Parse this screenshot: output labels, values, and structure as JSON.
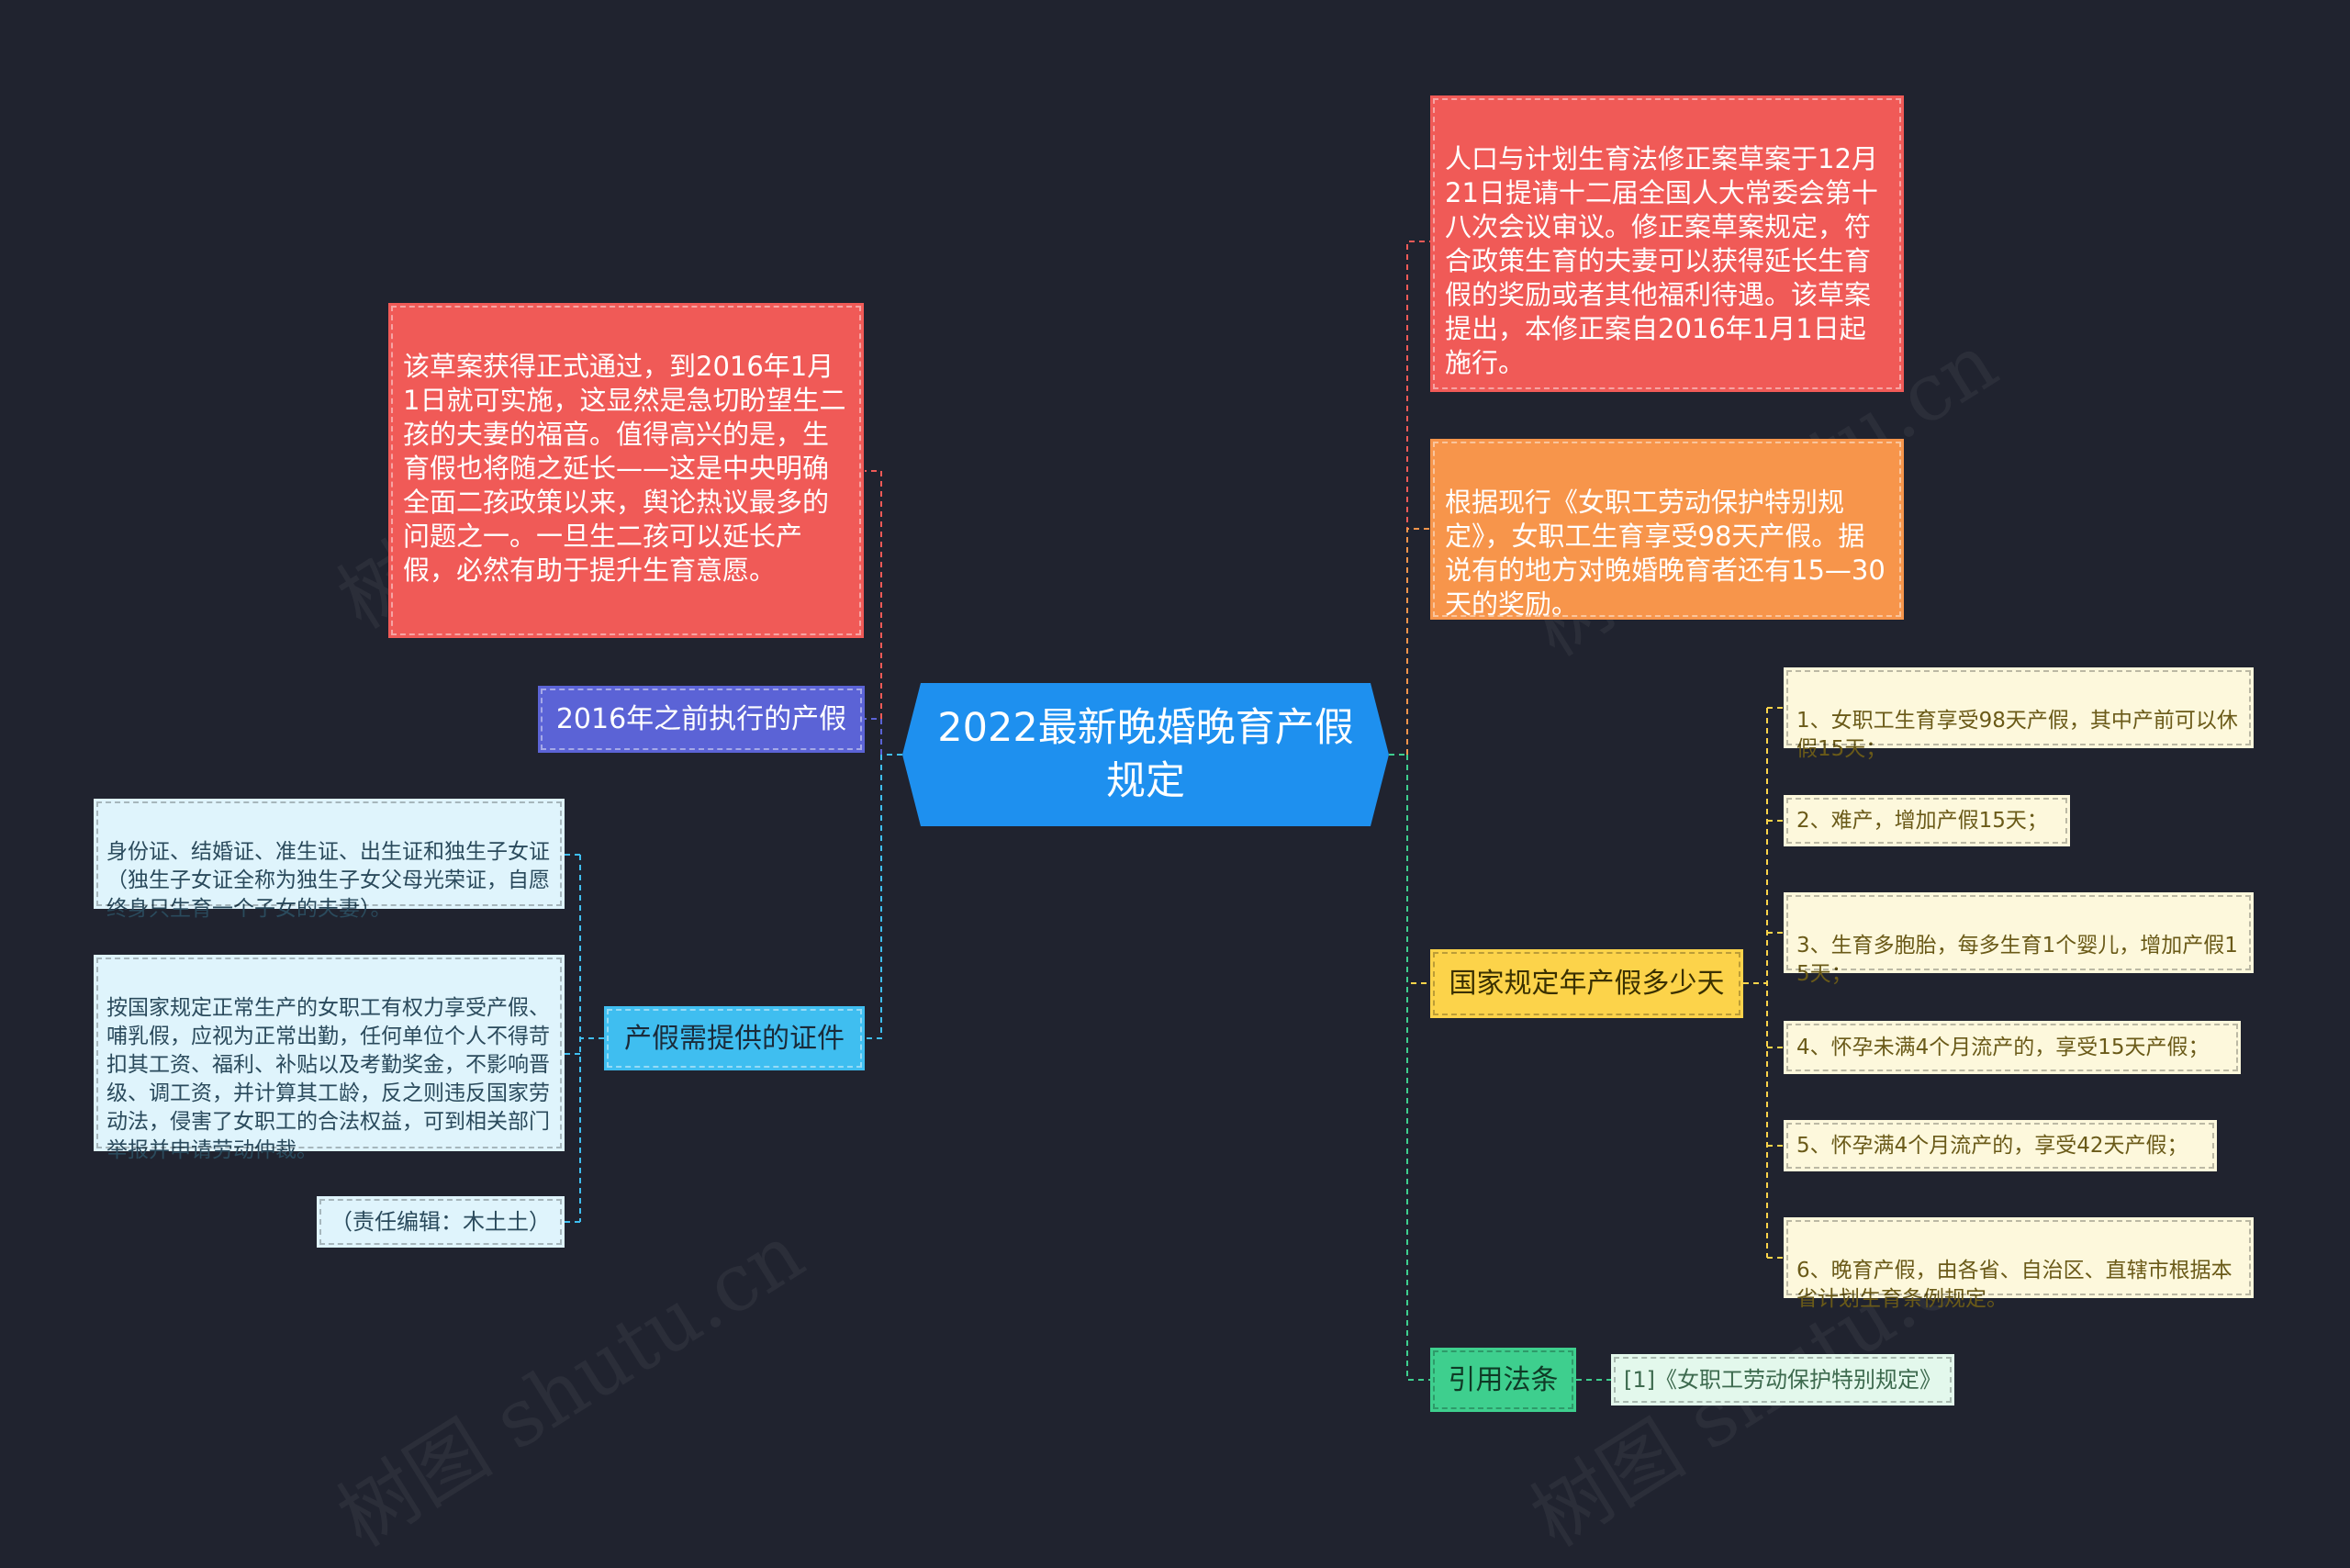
{
  "center": {
    "title": "2022最新晚婚晚育产假规定"
  },
  "left": {
    "pre2016": {
      "label": "2016年之前执行的产假",
      "note": "该草案获得正式通过，到2016年1月1日就可实施，这显然是急切盼望生二孩的夫妻的福音。值得高兴的是，生育假也将随之延长——这是中央明确全面二孩政策以来，舆论热议最多的问题之一。一旦生二孩可以延长产假，必然有助于提升生育意愿。"
    },
    "documents": {
      "label": "产假需提供的证件",
      "items": [
        "身份证、结婚证、准生证、出生证和独生子女证（独生子女证全称为独生子女父母光荣证，自愿终身只生育一个子女的夫妻）。",
        "按国家规定正常生产的女职工有权力享受产假、哺乳假，应视为正常出勤，任何单位个人不得苛扣其工资、福利、补贴以及考勤奖金，不影响晋级、调工资，并计算其工龄，反之则违反国家劳动法，侵害了女职工的合法权益，可到相关部门举报并申请劳动仲裁。",
        "（责任编辑：木土土）"
      ]
    }
  },
  "right": {
    "amendment": "人口与计划生育法修正案草案于12月21日提请十二届全国人大常委会第十八次会议审议。修正案草案规定，符合政策生育的夫妻可以获得延长生育假的奖励或者其他福利待遇。该草案提出，本修正案自2016年1月1日起施行。",
    "current": "根据现行《女职工劳动保护特别规定》，女职工生育享受98天产假。据说有的地方对晚婚晚育者还有15—30天的奖励。",
    "national": {
      "label": "国家规定年产假多少天",
      "items": [
        "1、女职工生育享受98天产假，其中产前可以休假15天；",
        "2、难产，增加产假15天；",
        "3、生育多胞胎，每多生育1个婴儿，增加产假15天；",
        "4、怀孕未满4个月流产的，享受15天产假；",
        "5、怀孕满4个月流产的，享受42天产假；",
        "6、晚育产假，由各省、自治区、直辖市根据本省计划生育条例规定。"
      ]
    },
    "law": {
      "label": "引用法条",
      "item": "[1]《女职工劳动保护特别规定》"
    }
  },
  "watermark": "树图 shutu.cn",
  "colors": {
    "background": "#20232f",
    "center": "#1e90ef",
    "red": "#f05a57",
    "orange": "#f7954b",
    "yellow": "#fcd34a",
    "green": "#3ecf8e",
    "indigo": "#5b63d6",
    "sky": "#3fbef0"
  }
}
